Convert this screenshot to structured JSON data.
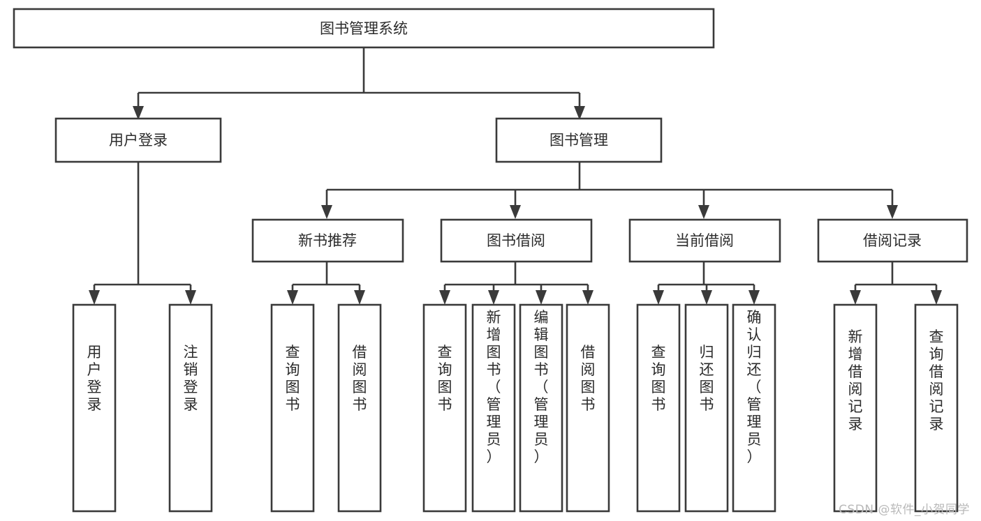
{
  "diagram": {
    "title": "图书管理系统",
    "type": "tree-hierarchy",
    "root": {
      "label": "图书管理系统"
    },
    "level2": [
      {
        "label": "用户登录"
      },
      {
        "label": "图书管理"
      }
    ],
    "level3": [
      {
        "label": "新书推荐"
      },
      {
        "label": "图书借阅"
      },
      {
        "label": "当前借阅"
      },
      {
        "label": "借阅记录"
      }
    ],
    "leaves_user_login": [
      {
        "label": "用户登录"
      },
      {
        "label": "注销登录"
      }
    ],
    "leaves_new_book": [
      {
        "label": "查询图书"
      },
      {
        "label": "借阅图书"
      }
    ],
    "leaves_borrow": [
      {
        "label": "查询图书"
      },
      {
        "label": "新增图书（管理员）"
      },
      {
        "label": "编辑图书（管理员）"
      },
      {
        "label": "借阅图书"
      }
    ],
    "leaves_current": [
      {
        "label": "查询图书"
      },
      {
        "label": "归还图书"
      },
      {
        "label": "确认归还（管理员）"
      }
    ],
    "leaves_record": [
      {
        "label": "新增借阅记录"
      },
      {
        "label": "查询借阅记录"
      }
    ]
  },
  "watermark": {
    "text": "CSDN @软件_小贺同学"
  },
  "colors": {
    "stroke": "#3a3a3a",
    "box_fill": "#ffffff",
    "text": "#2b2b2b",
    "background": "#ffffff",
    "watermark": "#b9b9b9"
  }
}
